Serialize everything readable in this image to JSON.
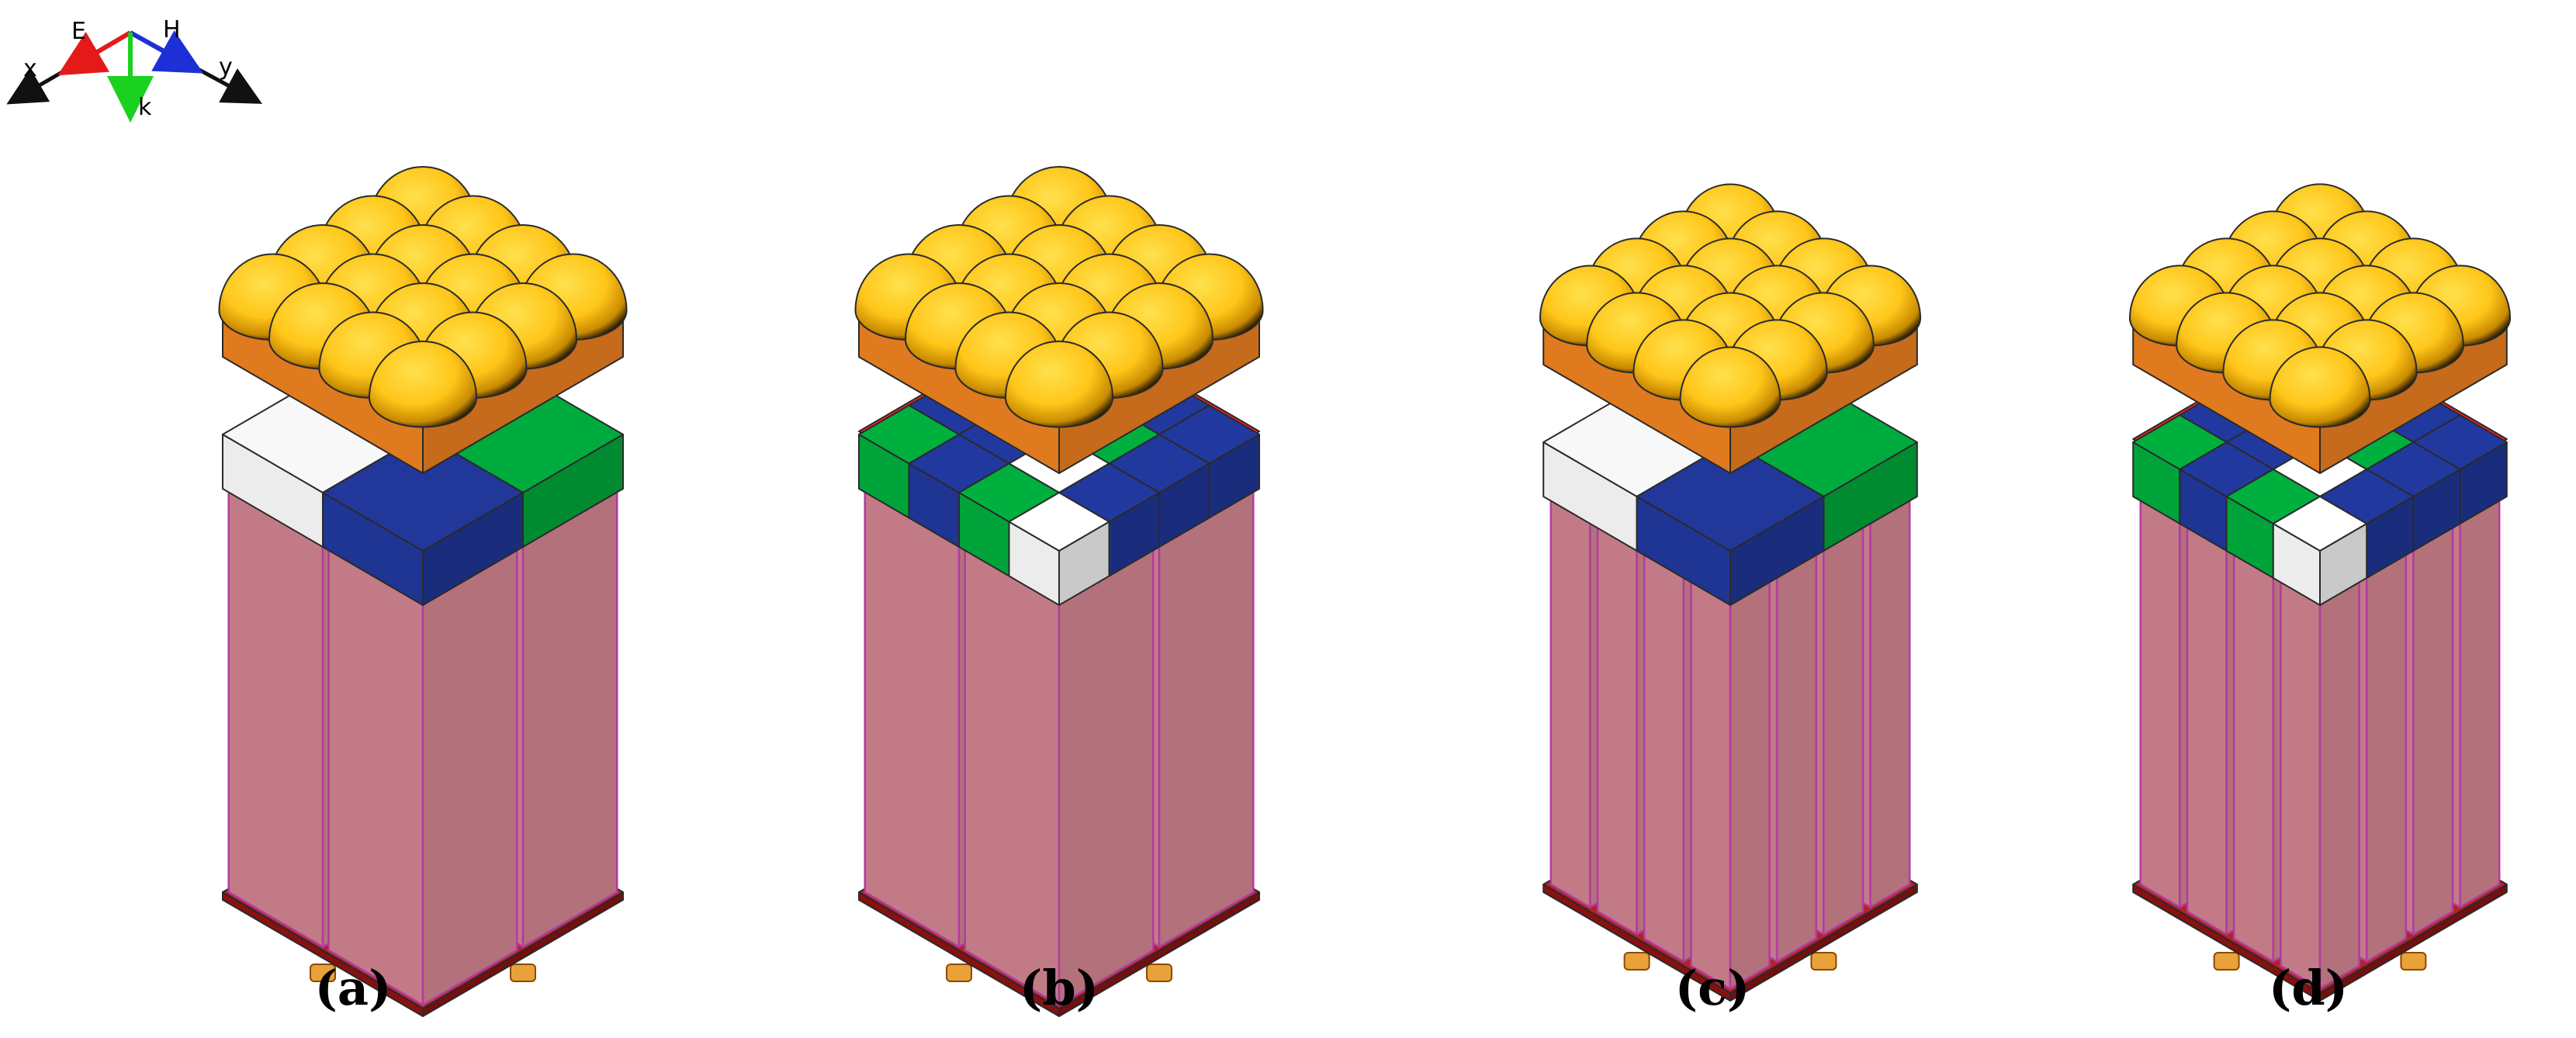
{
  "axes": {
    "labels": [
      "x",
      "E",
      "k",
      "H",
      "y"
    ],
    "colors": {
      "x": "#111111",
      "E": "#e41a1a",
      "k": "#19d11e",
      "H": "#1d2fd6",
      "y": "#111111"
    }
  },
  "panels": [
    {
      "caption": "(a)",
      "checker": false,
      "pillar_grid": 2
    },
    {
      "caption": "(b)",
      "checker": true,
      "pillar_grid": 2
    },
    {
      "caption": "(c)",
      "checker": false,
      "pillar_grid": 4
    },
    {
      "caption": "(d)",
      "checker": true,
      "pillar_grid": 4
    }
  ],
  "colors": {
    "dome_top": "#ffc61a",
    "dome_side": "#e07a1f",
    "white_block": "#ececec",
    "blue_block": "#1f3593",
    "green_block": "#00a33a",
    "red_layer": "#ff2020",
    "pillar_top": "#e89aa4",
    "pillar_side": "#c27b86",
    "base": "#8a1010",
    "foot": "#e9a13a"
  }
}
